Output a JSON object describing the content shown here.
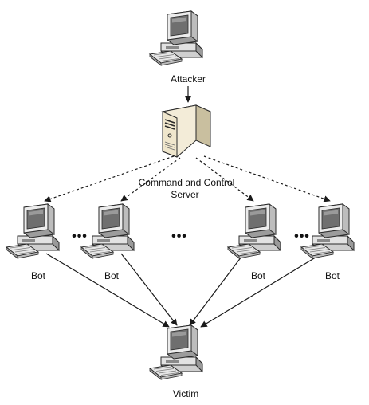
{
  "nodes": {
    "attacker": {
      "label": "Attacker"
    },
    "server": {
      "label_line1": "Command and Control",
      "label_line2": "Server"
    },
    "bots": [
      {
        "label": "Bot"
      },
      {
        "label": "Bot"
      },
      {
        "label": "Bot"
      },
      {
        "label": "Bot"
      }
    ],
    "victim": {
      "label": "Victim"
    }
  },
  "ellipses": [
    "•••",
    "•••",
    "•••"
  ],
  "colors": {
    "line": "#1a1a1a",
    "monitor_light": "#e8e8e8",
    "monitor_mid": "#c4c4c4",
    "monitor_dark": "#7a7a7a",
    "screen": "#6d6d6d",
    "server_body": "#f3ecd8",
    "server_side": "#c9bf9f"
  }
}
